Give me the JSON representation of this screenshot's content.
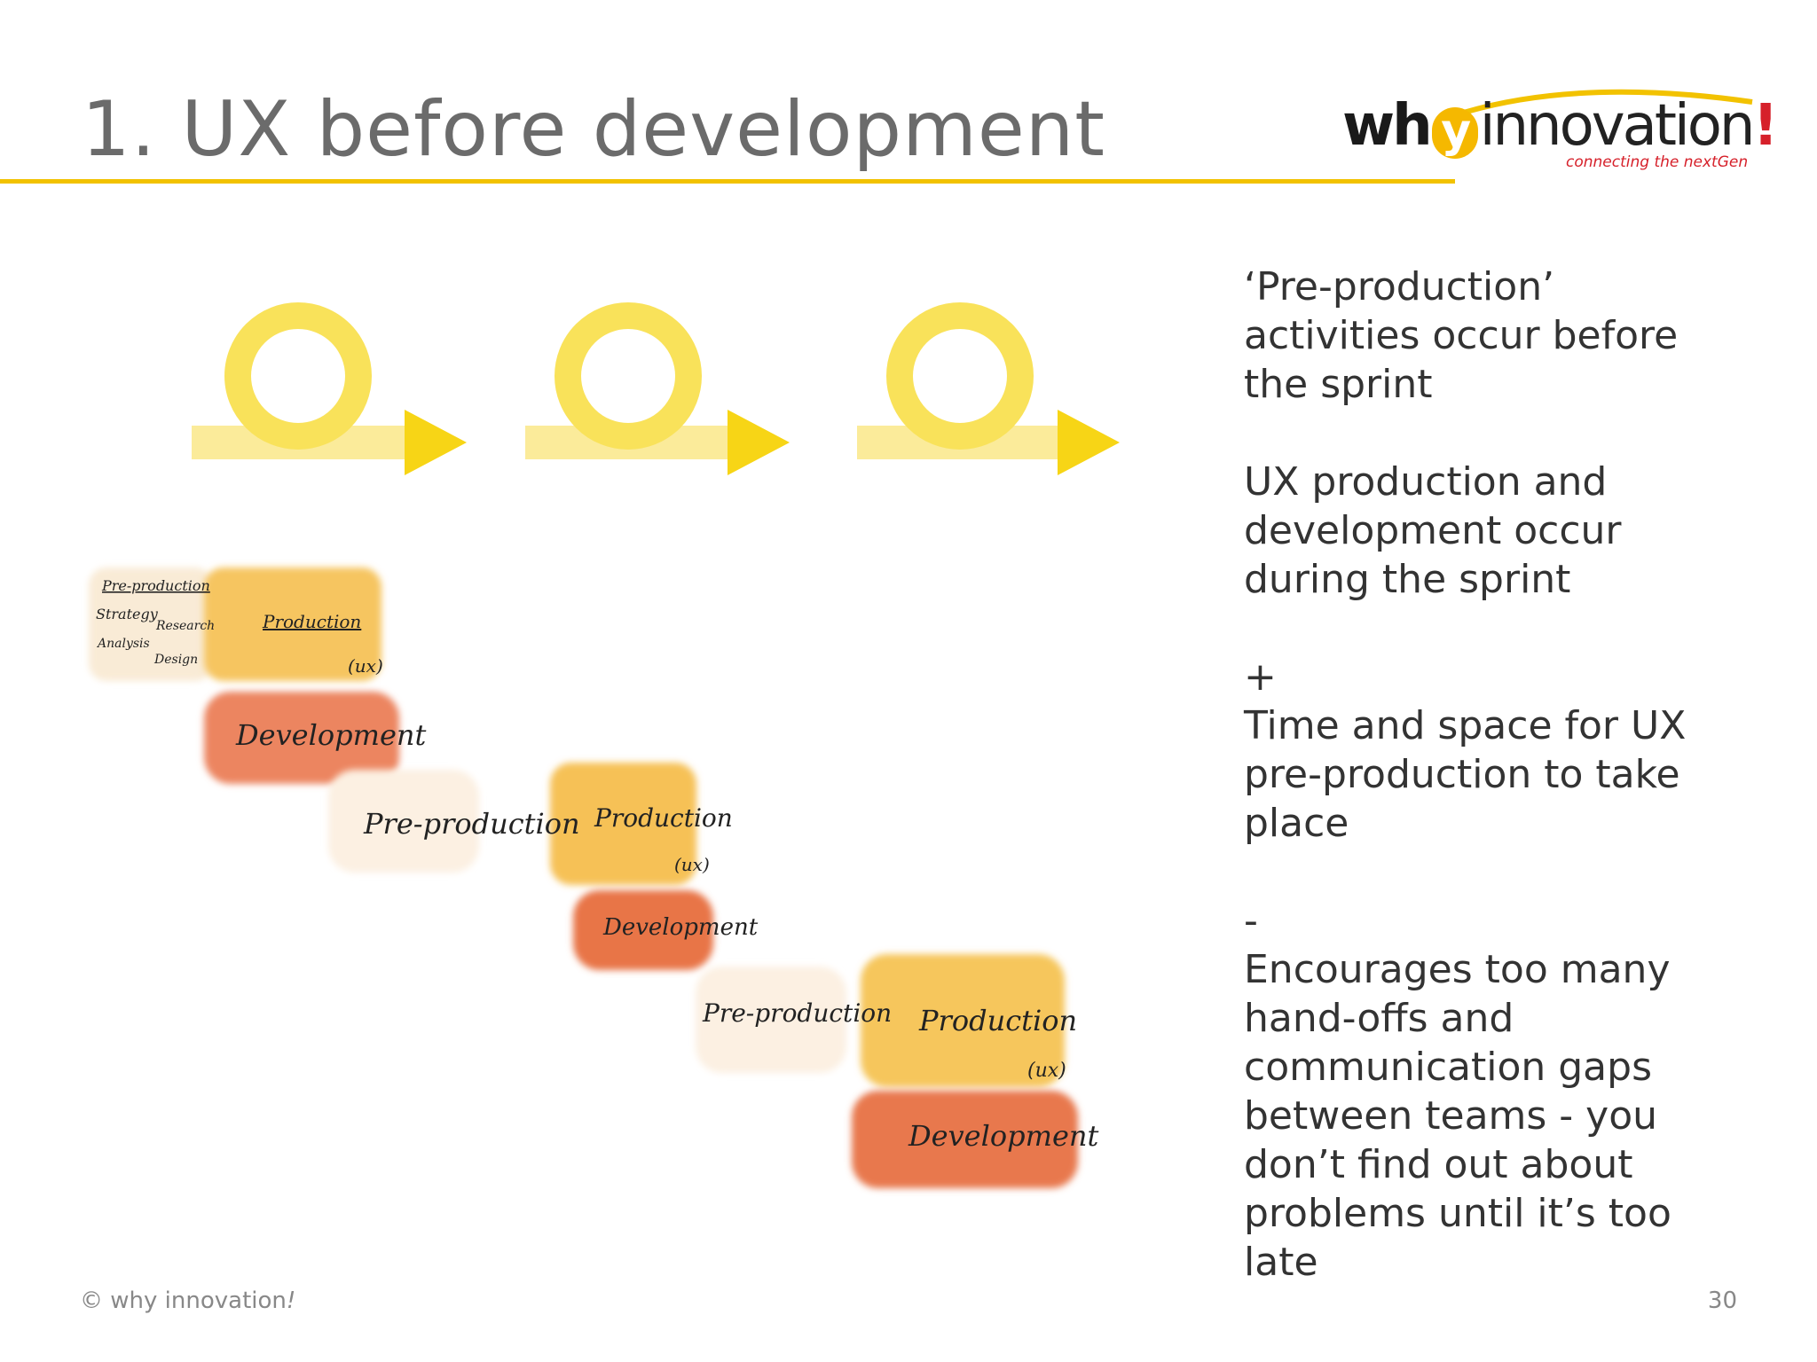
{
  "slide": {
    "title": "1. UX before development",
    "page_number": "30"
  },
  "logo": {
    "wh": "wh",
    "y": "y",
    "innovation": "innovation",
    "exclaim": "!",
    "tagline": "connecting the nextGen"
  },
  "diagram": {
    "blocks": [
      {
        "preproduction": "Pre-production",
        "preproduction_items": [
          "Strategy",
          "Research",
          "Analysis",
          "Design"
        ],
        "production": "Production",
        "ux": "(ux)",
        "development": "Development"
      },
      {
        "preproduction": "Pre-production",
        "production": "Production",
        "ux": "(ux)",
        "development": "Development"
      },
      {
        "preproduction": "Pre-production",
        "production": "Production",
        "ux": "(ux)",
        "development": "Development"
      }
    ]
  },
  "sidebar": {
    "p1": "‘Pre-production’\nactivities occur before\nthe sprint",
    "p2": "UX production and\ndevelopment occur\nduring the sprint",
    "p3": "+\nTime and space for UX\npre-production to take\nplace",
    "p4": "-\nEncourages too many\nhand-offs and\ncommunication gaps\nbetween teams - you\ndon’t find out about\nproblems until it’s too\nlate"
  },
  "footer": {
    "copyright": "© why innovation",
    "copyright_bang": "!"
  },
  "colors": {
    "accent_yellow": "#f2c200",
    "production_orange": "#f4b840",
    "development_red": "#e9724a",
    "preproduction_cream": "#fbe8cf"
  }
}
